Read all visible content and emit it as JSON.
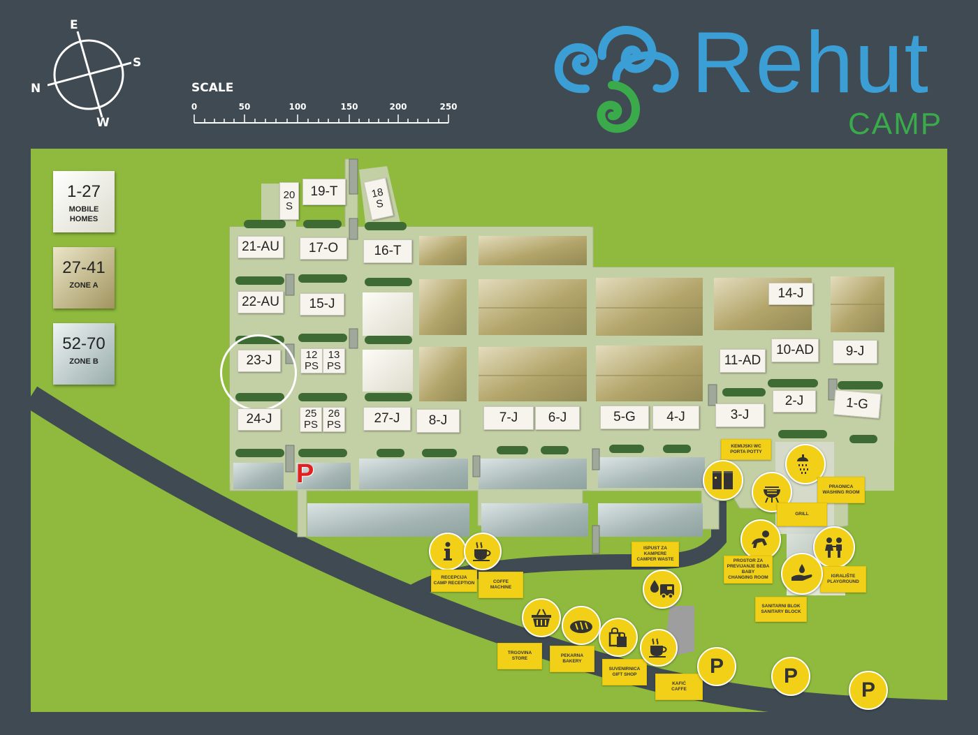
{
  "compass": {
    "north": "N",
    "east": "E",
    "south": "S",
    "west": "W"
  },
  "scale": {
    "label": "SCALE",
    "ticks": [
      "0",
      "50",
      "100",
      "150",
      "200",
      "250"
    ]
  },
  "logo": {
    "name": "Rehut",
    "sub": "CAMP"
  },
  "legend": [
    {
      "range": "1-27",
      "caption_line1": "MOBILE",
      "caption_line2": "HOMES"
    },
    {
      "range": "27-41",
      "caption_line1": "ZONE A",
      "caption_line2": ""
    },
    {
      "range": "52-70",
      "caption_line1": "ZONE B",
      "caption_line2": ""
    }
  ],
  "pitches": {
    "p20s": "20\nS",
    "p19t": "19-T",
    "p18s": "18\nS",
    "p21au": "21-AU",
    "p17o": "17-O",
    "p16t": "16-T",
    "p22au": "22-AU",
    "p15j": "15-J",
    "p23j": "23-J",
    "p12ps": "12\nPS",
    "p13ps": "13\nPS",
    "p24j": "24-J",
    "p25ps": "25\nPS",
    "p26ps": "26\nPS",
    "p27j": "27-J",
    "p8j": "8-J",
    "p7j": "7-J",
    "p6j": "6-J",
    "p5g": "5-G",
    "p4j": "4-J",
    "p3j": "3-J",
    "p14j": "14-J",
    "p11ad": "11-AD",
    "p10ad": "10-AD",
    "p9j": "9-J",
    "p2j": "2-J",
    "p1g": "1-G"
  },
  "parking_main": "P",
  "parking": [
    "P",
    "P",
    "P"
  ],
  "facilities": {
    "reception": {
      "l1": "RECEPCIJA",
      "l2": "CAMP RECEPTION"
    },
    "coffee_machine": {
      "l1": "COFFE",
      "l2": "MACHINE"
    },
    "store": {
      "l1": "TRGOVINA",
      "l2": "STORE"
    },
    "bakery": {
      "l1": "PEKARNA",
      "l2": "BAKERY"
    },
    "gift_shop": {
      "l1": "SUVENIRNICA",
      "l2": "GIFT SHOP"
    },
    "caffe": {
      "l1": "KAFIĆ",
      "l2": "CAFFE"
    },
    "camper_waste": {
      "l1": "ISPUST ZA",
      "l2": "KAMPERE",
      "l3": "CAMPER WASTE"
    },
    "porta_potty": {
      "l1": "KEMIJSKI WC",
      "l2": "PORTA POTTY"
    },
    "washing_room": {
      "l1": "PRAONICA",
      "l2": "WASHING ROOM"
    },
    "grill": {
      "l1": "GRILL"
    },
    "baby_room": {
      "l1": "PROSTOR ZA",
      "l2": "PREVIJANJE BEBA",
      "l3": "BABY",
      "l4": "CHANGING ROOM"
    },
    "playground": {
      "l1": "IGRALIŠTE",
      "l2": "PLAYGROUND"
    },
    "sanitary": {
      "l1": "SANITARNI BLOK",
      "l2": "SANITARY BLOCK"
    }
  },
  "colors": {
    "background": "#3f4a53",
    "grass": "#8fba3d",
    "paths": "#c3cfa5",
    "road": "#3f4a53",
    "poi": "#f2d018",
    "logo_blue": "#3b9fd6",
    "logo_green": "#3aaa4a"
  },
  "icons": {
    "reception": "info-icon",
    "coffee": "coffee-cup-icon",
    "store": "basket-icon",
    "bakery": "bread-icon",
    "gift": "shopping-bags-icon",
    "caffe": "coffee-cup-icon",
    "camper": "camper-van-icon",
    "toilet": "toilet-icon",
    "shower": "shower-icon",
    "grill": "grill-icon",
    "baby": "crawling-baby-icon",
    "playground": "children-icon",
    "sanitary": "hand-washing-icon"
  }
}
